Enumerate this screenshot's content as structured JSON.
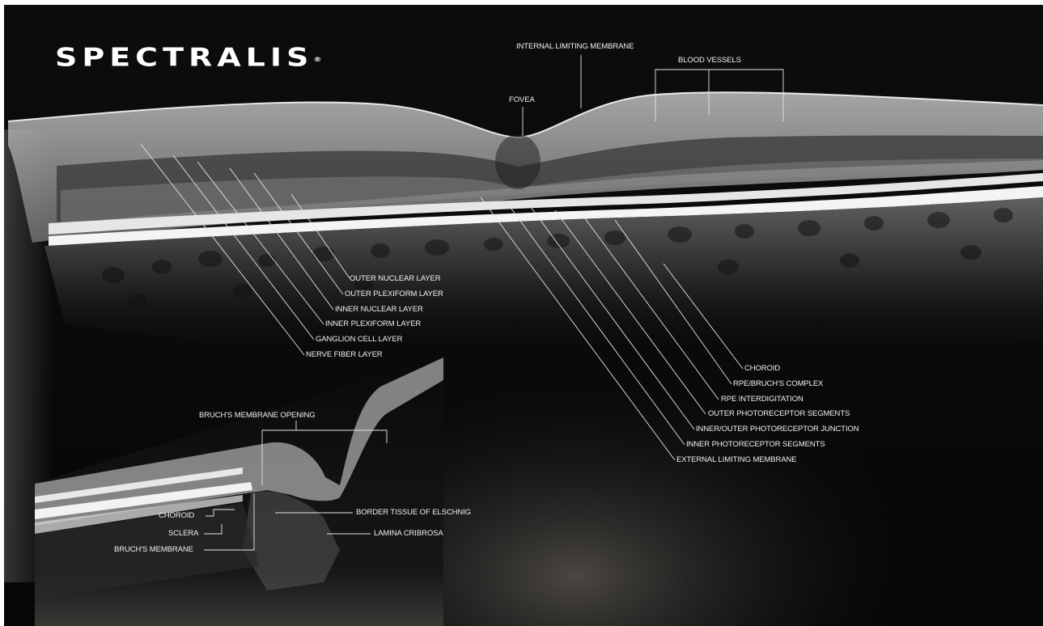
{
  "brand": {
    "logo_text": "SPECTRALIS",
    "registered_mark": "®"
  },
  "main_scan": {
    "top_labels": {
      "ilm": "INTERNAL LIMITING MEMBRANE",
      "blood_vessels": "BLOOD VESSELS",
      "fovea": "FOVEA"
    },
    "inner_layers": {
      "outer_nuclear": "OUTER NUCLEAR LAYER",
      "outer_plexiform": "OUTER PLEXIFORM LAYER",
      "inner_nuclear": "INNER NUCLEAR LAYER",
      "inner_plexiform": "INNER PLEXIFORM LAYER",
      "ganglion_cell": "GANGLION CELL LAYER",
      "nerve_fiber": "NERVE FIBER LAYER"
    },
    "outer_layers": {
      "choroid": "CHOROID",
      "rpe_bruch": "RPE/BRUCH'S COMPLEX",
      "rpe_interdigitation": "RPE INTERDIGITATION",
      "outer_photoreceptor": "OUTER PHOTORECEPTOR SEGMENTS",
      "io_junction": "INNER/OUTER PHOTORECEPTOR JUNCTION",
      "inner_photoreceptor": "INNER PHOTORECEPTOR SEGMENTS",
      "elm": "EXTERNAL LIMITING MEMBRANE"
    }
  },
  "inset_scan": {
    "bmo": "BRUCH'S MEMBRANE OPENING",
    "choroid": "CHOROID",
    "sclera": "SCLERA",
    "bruchs_membrane": "BRUCH'S MEMBRANE",
    "border_tissue": "BORDER TISSUE OF ELSCHNIG",
    "lamina_cribrosa": "LAMINA CRIBROSA"
  }
}
